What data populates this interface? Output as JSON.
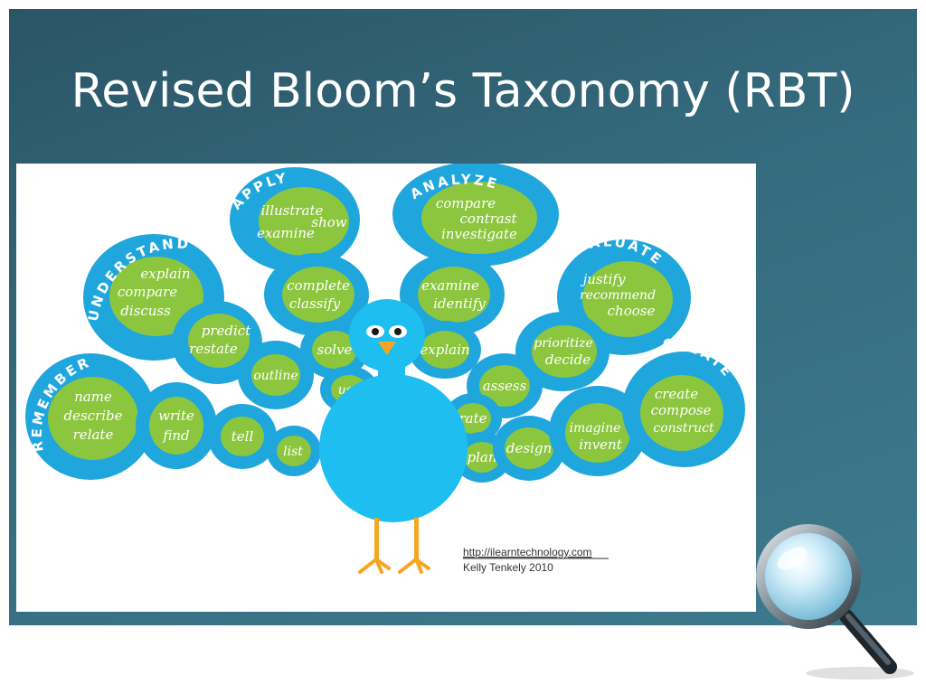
{
  "slide": {
    "title": "Revised Bloom’s Taxonomy (RBT)"
  },
  "figure": {
    "categories": {
      "remember": "REMEMBER",
      "understand": "UNDERSTAND",
      "apply": "APPLY",
      "analyze": "ANALYZE",
      "evaluate": "EVALUATE",
      "create": "CREATE"
    },
    "verbs": {
      "remember": [
        "name",
        "describe",
        "relate"
      ],
      "write_find": [
        "write",
        "find"
      ],
      "tell": "tell",
      "list": "list",
      "understand": [
        "explain",
        "compare",
        "discuss"
      ],
      "predict_restate": [
        "predict",
        "restate"
      ],
      "outline": "outline",
      "apply": [
        "illustrate",
        "show",
        "examine"
      ],
      "complete_classify": [
        "complete",
        "classify"
      ],
      "solve": "solve",
      "use": "use",
      "analyze": [
        "compare",
        "contrast",
        "investigate"
      ],
      "examine_identify": [
        "examine",
        "identify"
      ],
      "explain": "explain",
      "assess": "assess",
      "rate": "rate",
      "plan": "plan",
      "evaluate": [
        "justify",
        "recommend",
        "choose"
      ],
      "prioritize_decide": [
        "prioritize",
        "decide"
      ],
      "design": "design",
      "create": [
        "create",
        "compose",
        "construct"
      ],
      "imagine_invent": [
        "imagine",
        "invent"
      ]
    },
    "credit_url": "http://ilearntechnology.com",
    "credit_author": "Kelly Tenkely 2010"
  },
  "colors": {
    "panel": "#356b7e",
    "feather_blue": "#1fa6dc",
    "feather_green": "#8cc63f",
    "bird_body": "#1ebff0",
    "beak_legs": "#f6a623"
  }
}
